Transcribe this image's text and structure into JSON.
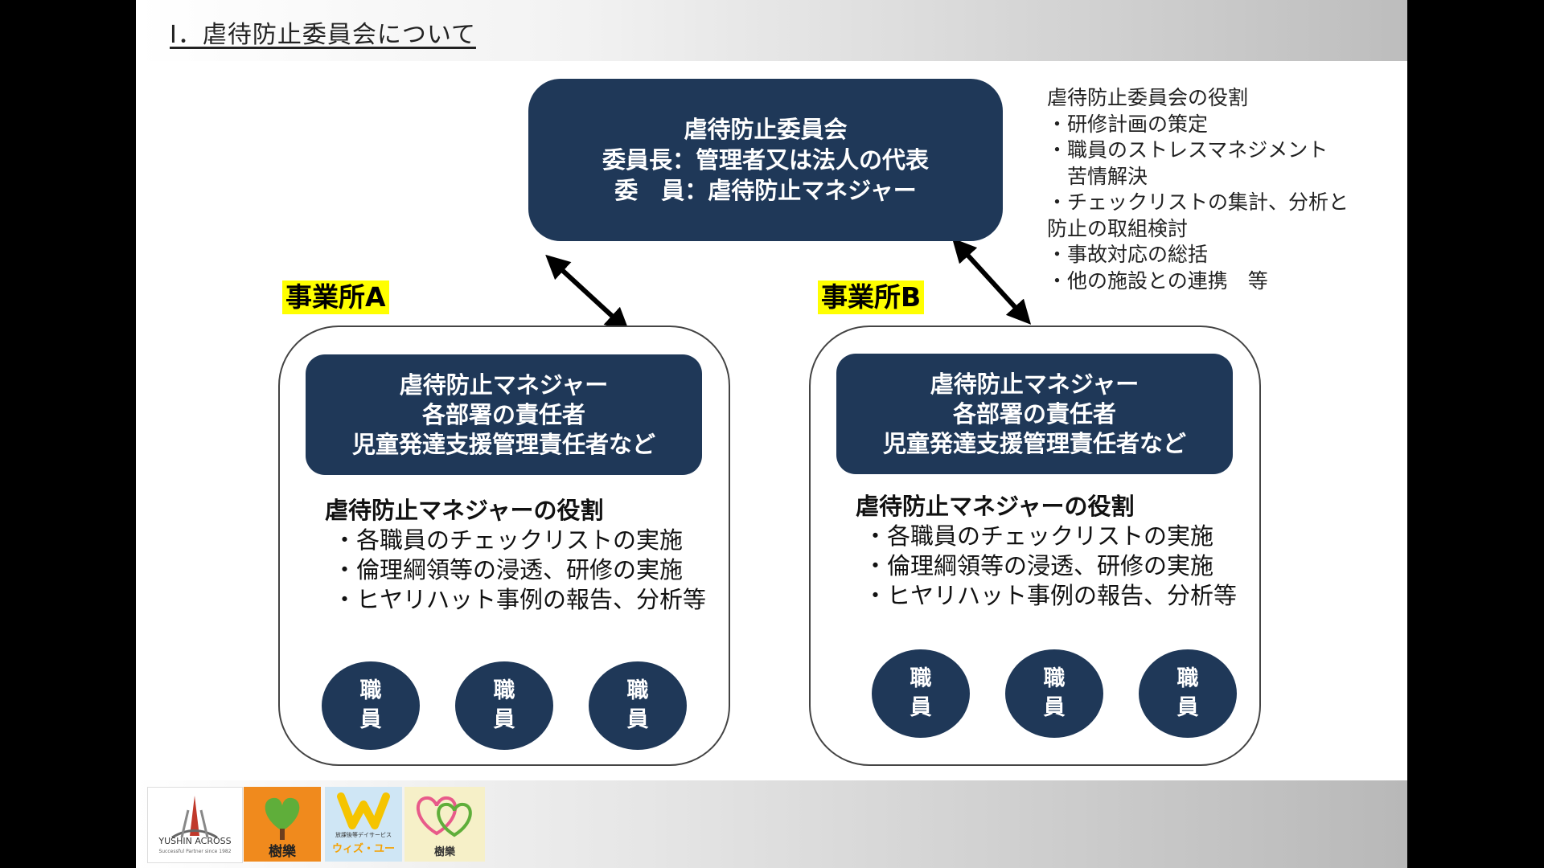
{
  "slide_title": "Ⅰ．虐待防止委員会について",
  "committee": {
    "lines": [
      "虐待防止委員会",
      "委員長：管理者又は法人の代表",
      "委　員：虐待防止マネジャー"
    ]
  },
  "committee_roles": {
    "heading": "虐待防止委員会の役割",
    "items": [
      "・研修計画の策定",
      "・職員のストレスマネジメント",
      "　苦情解決",
      "・チェックリストの集計、分析と",
      "防止の取組検討",
      "・事故対応の総括",
      "・他の施設との連携　等"
    ]
  },
  "offices": [
    {
      "label": "事業所A",
      "manager_lines": [
        "虐待防止マネジャー",
        "各部署の責任者",
        "児童発達支援管理責任者など"
      ],
      "roles_heading": "虐待防止マネジャーの役割",
      "roles": [
        "・各職員のチェックリストの実施",
        "・倫理綱領等の浸透、研修の実施",
        "・ヒヤリハット事例の報告、分析等"
      ],
      "staff": [
        [
          "職",
          "員"
        ],
        [
          "職",
          "員"
        ],
        [
          "職",
          "員"
        ]
      ]
    },
    {
      "label": "事業所B",
      "manager_lines": [
        "虐待防止マネジャー",
        "各部署の責任者",
        "児童発達支援管理責任者など"
      ],
      "roles_heading": "虐待防止マネジャーの役割",
      "roles": [
        "・各職員のチェックリストの実施",
        "・倫理綱領等の浸透、研修の実施",
        "・ヒヤリハット事例の報告、分析等"
      ],
      "staff": [
        [
          "職",
          "員"
        ],
        [
          "職",
          "員"
        ],
        [
          "職",
          "員"
        ]
      ]
    }
  ],
  "footer_logos": [
    {
      "name": "YUSHIN ACROSS",
      "text": "YUSHIN ACROSS",
      "sub": "Successful Partner since 1982"
    },
    {
      "name": "Tokuraku tree logo",
      "text": "樹樂"
    },
    {
      "name": "Day Service With-you",
      "text": "ウィズ・ユー",
      "sub": "放課後等デイサービス"
    },
    {
      "name": "Tokuraku heart logo",
      "text": "樹樂"
    }
  ],
  "colors": {
    "navy": "#1f3858",
    "highlight": "#ffff00",
    "arrow_blue": "#4a86c5",
    "arrow_black": "#000000"
  }
}
